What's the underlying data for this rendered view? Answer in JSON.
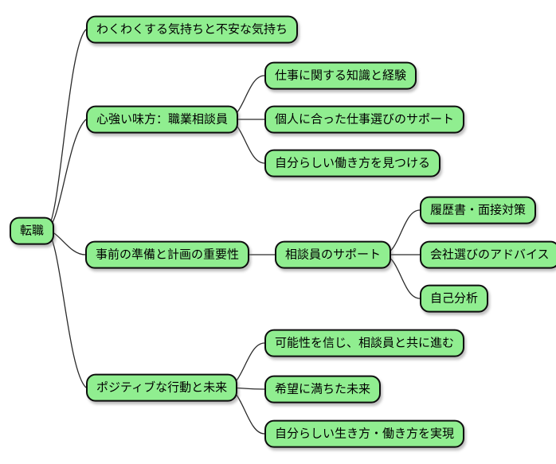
{
  "mindmap": {
    "title": "転職 mind map",
    "root": {
      "label": "転職"
    },
    "branches": [
      {
        "label": "わくわくする気持ちと不安な気持ち",
        "children": []
      },
      {
        "label": "心強い味方：職業相談員",
        "children": [
          {
            "label": "仕事に関する知識と経験"
          },
          {
            "label": "個人に合った仕事選びのサポート"
          },
          {
            "label": "自分らしい働き方を見つける"
          }
        ]
      },
      {
        "label": "事前の準備と計画の重要性",
        "children": [
          {
            "label": "相談員のサポート",
            "children": [
              {
                "label": "履歴書・面接対策"
              },
              {
                "label": "会社選びのアドバイス"
              },
              {
                "label": "自己分析"
              }
            ]
          }
        ]
      },
      {
        "label": "ポジティブな行動と未来",
        "children": [
          {
            "label": "可能性を信じ、相談員と共に進む"
          },
          {
            "label": "希望に満ちた未来"
          },
          {
            "label": "自分らしい生き方・働き方を実現"
          }
        ]
      }
    ],
    "colors": {
      "node_fill": "#90ee90",
      "node_border": "#0d0d0d",
      "connector": "#2a2a2a",
      "background": "#ffffff",
      "text": "#000000"
    }
  }
}
